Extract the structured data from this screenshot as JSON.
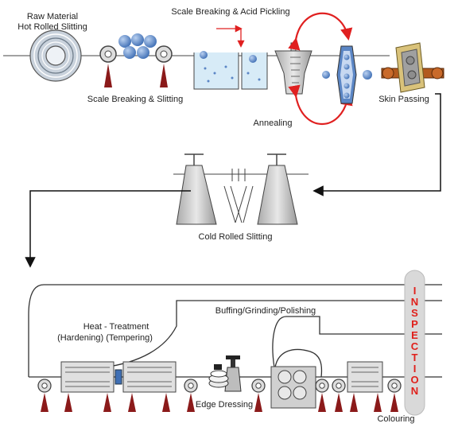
{
  "labels": {
    "raw_material_1": "Raw Material",
    "raw_material_2": "Hot Rolled Slitting",
    "scale_pickling": "Scale Breaking & Acid Pickling",
    "scale_slitting": "Scale Breaking & Slitting",
    "annealing": "Annealing",
    "skin_passing": "Skin Passing",
    "cold_rolled_slitting": "Cold Rolled Slitting",
    "buffing": "Buffing/Grinding/Polishing",
    "heat_treatment": "Heat - Treatment",
    "heat_sub": "(Hardening)  (Tempering)",
    "edge_dressing": "Edge Dressing",
    "colouring": "Colouring",
    "inspection": [
      "I",
      "N",
      "S",
      "P",
      "E",
      "C",
      "T",
      "I",
      "O",
      "N"
    ]
  },
  "colors": {
    "line": "#222222",
    "accent_red": "#e02020",
    "support_red": "#8b1a1a",
    "ball_blue": "#5b86c5",
    "water_blue": "#d7ebf7",
    "inspection_text": "#e0201b",
    "inspection_bg": "#d9d9d9"
  }
}
